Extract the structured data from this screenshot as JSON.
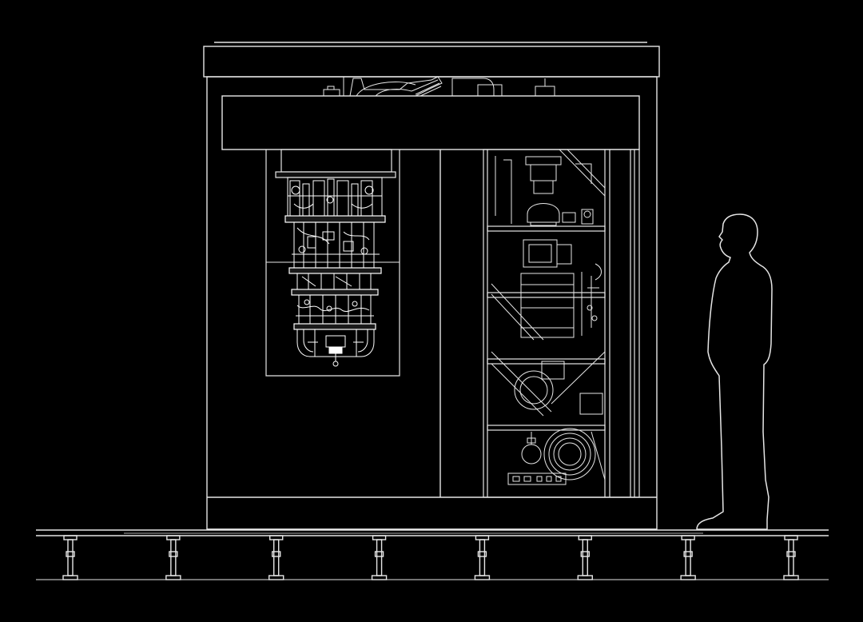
{
  "palette": {
    "background": "#000000",
    "line": "#e6e6e6",
    "bright": "#ffffff"
  },
  "components": [
    {
      "id": "enclosure",
      "name": "enclosure-cabinet"
    },
    {
      "id": "cryostat",
      "name": "dilution-refrigerator"
    },
    {
      "id": "equipment-rack",
      "name": "control-equipment-rack"
    },
    {
      "id": "raised-floor",
      "name": "raised-floor-platform"
    },
    {
      "id": "human",
      "name": "human-scale-figure"
    }
  ],
  "counts": {
    "floor_pedestals": 8,
    "rack_shelves": 4
  }
}
